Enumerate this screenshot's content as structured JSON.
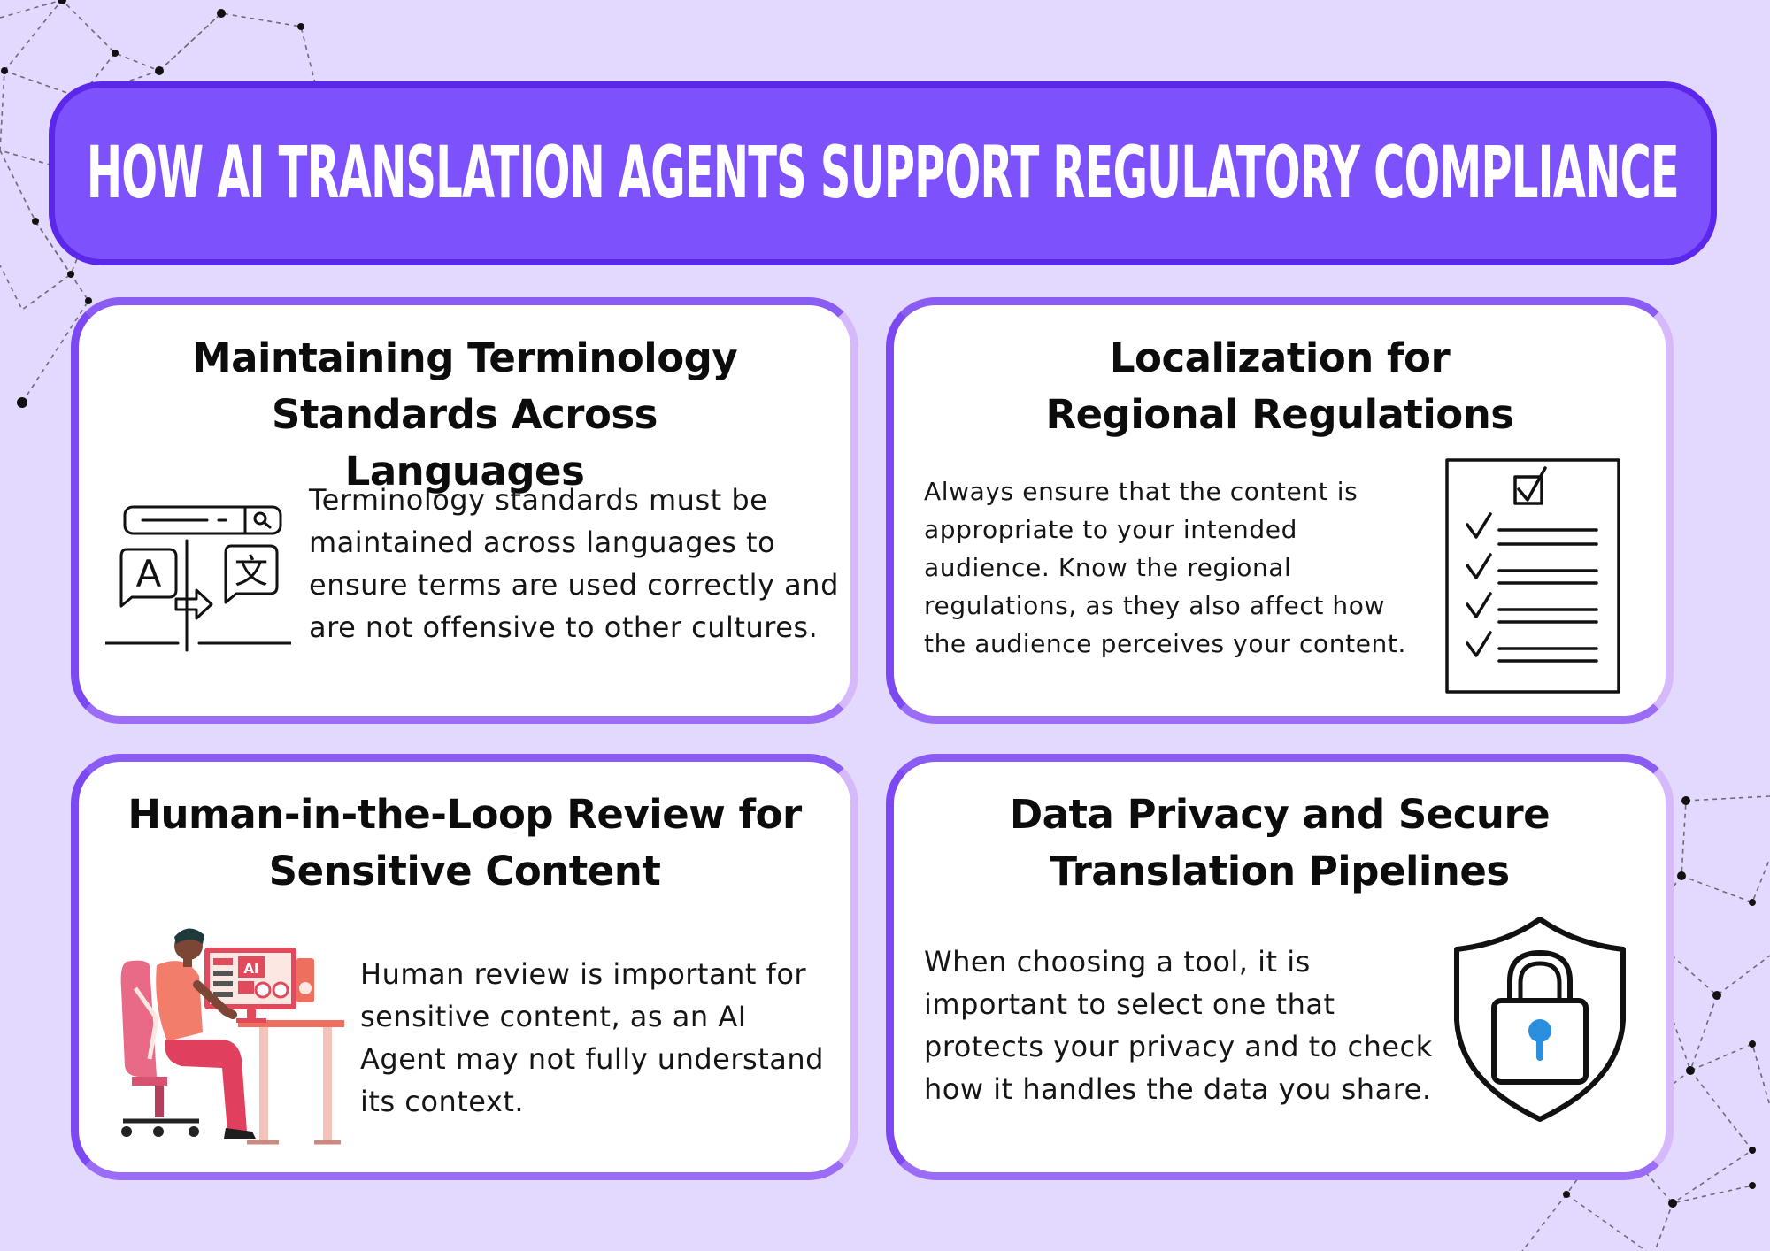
{
  "title": "HOW AI TRANSLATION AGENTS SUPPORT REGULATORY COMPLIANCE",
  "cards": [
    {
      "heading": "Maintaining Terminology Standards Across Languages",
      "body": "Terminology standards must be maintained across languages to ensure terms are used correctly and are not offensive to other cultures.",
      "icon": "translation-icon",
      "glyph_latin": "A",
      "glyph_cjk": "文"
    },
    {
      "heading": "Localization for Regional Regulations",
      "body": "Always ensure that the content is appropriate to your intended audience. Know the regional regulations, as they also affect how the audience perceives your content.",
      "icon": "checklist-icon"
    },
    {
      "heading": "Human-in-the-Loop Review for Sensitive Content",
      "body": "Human review is important for sensitive content, as an AI Agent may not fully understand its context.",
      "icon": "person-at-computer-illustration",
      "screen_label": "AI"
    },
    {
      "heading": "Data Privacy and Secure Translation Pipelines",
      "body": "When choosing a tool, it is important to select one that protects your privacy and to check how it handles the data you share.",
      "icon": "shield-lock-icon"
    }
  ],
  "colors": {
    "background": "#e3d8fd",
    "banner": "#7d52fc",
    "banner_border": "#5b27ea",
    "keyhole": "#2b8fe0"
  }
}
